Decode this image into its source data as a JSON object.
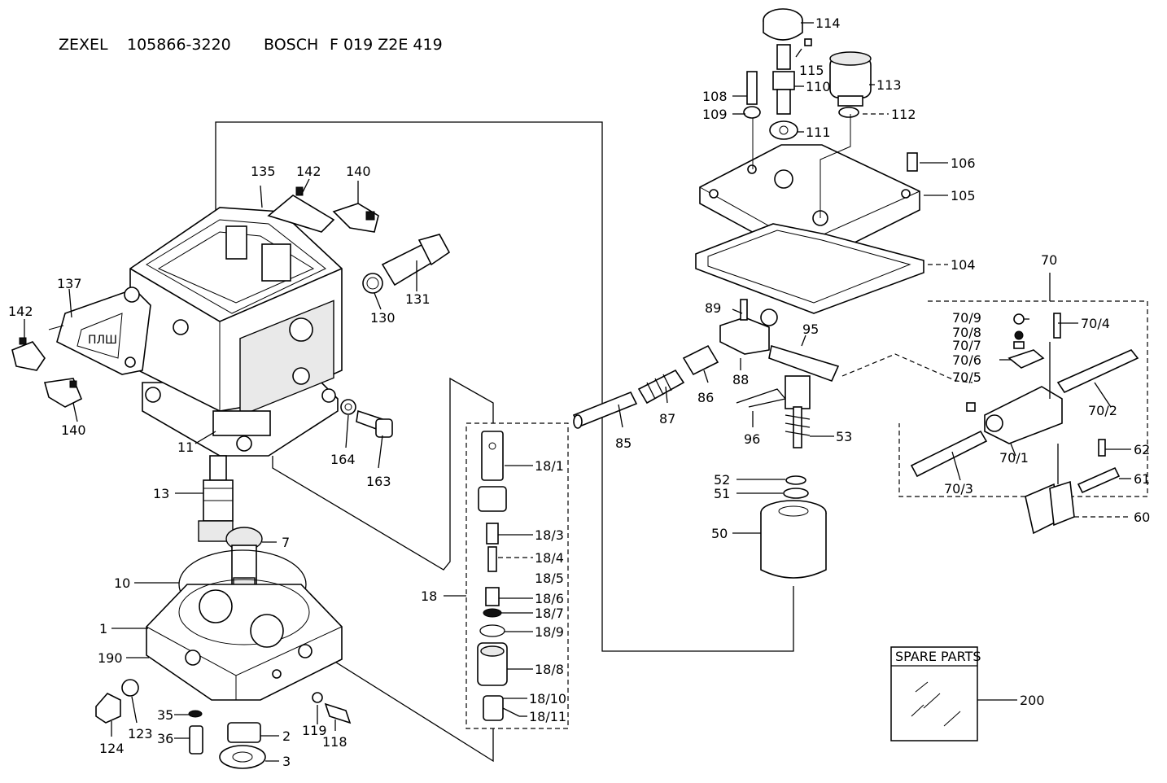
{
  "header": {
    "maker": "ZEXEL",
    "part_number": "105866-3220",
    "brand": "BOSCH",
    "ref_number": "F 019 Z2E 419"
  },
  "spare_parts_box": {
    "title": "SPARE PARTS",
    "callout": "200"
  },
  "callouts": {
    "c1": "1",
    "c2": "2",
    "c3": "3",
    "c7": "7",
    "c10": "10",
    "c11": "11",
    "c13": "13",
    "c18": "18",
    "c18_1": "18/1",
    "c18_3": "18/3",
    "c18_4": "18/4",
    "c18_5": "18/5",
    "c18_6": "18/6",
    "c18_7": "18/7",
    "c18_8": "18/8",
    "c18_9": "18/9",
    "c18_10": "18/10",
    "c18_11": "18/11",
    "c35": "35",
    "c36": "36",
    "c50": "50",
    "c51": "51",
    "c52": "52",
    "c53": "53",
    "c60": "60",
    "c61": "61",
    "c62": "62",
    "c70": "70",
    "c70_1": "70/1",
    "c70_2": "70/2",
    "c70_3": "70/3",
    "c70_4": "70/4",
    "c70_5": "70/5",
    "c70_6": "70/6",
    "c70_7": "70/7",
    "c70_8": "70/8",
    "c70_9": "70/9",
    "c85": "85",
    "c86": "86",
    "c87": "87",
    "c88": "88",
    "c89": "89",
    "c95": "95",
    "c96": "96",
    "c104": "104",
    "c105": "105",
    "c106": "106",
    "c108": "108",
    "c109": "109",
    "c110": "110",
    "c111": "111",
    "c112": "112",
    "c113": "113",
    "c114": "114",
    "c115": "115",
    "c118": "118",
    "c119": "119",
    "c123": "123",
    "c124": "124",
    "c130": "130",
    "c131": "131",
    "c135": "135",
    "c137": "137",
    "c140a": "140",
    "c140b": "140",
    "c142a": "142",
    "c142b": "142",
    "c163": "163",
    "c164": "164",
    "c190": "190"
  }
}
